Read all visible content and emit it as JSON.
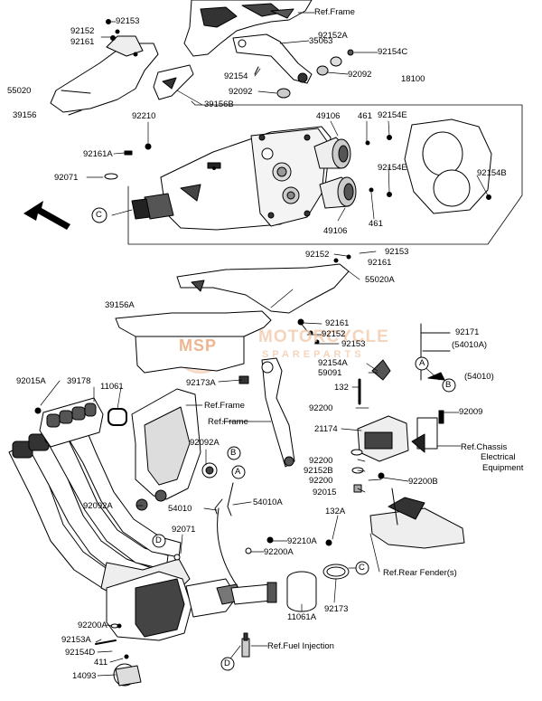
{
  "watermark": {
    "brand": "MOTORCYCLE",
    "sub": "SPAREPARTS",
    "logo": "MSP"
  },
  "parts": [
    {
      "id": "p92153a",
      "text": "92153"
    },
    {
      "id": "p92152a",
      "text": "92152"
    },
    {
      "id": "p92161a",
      "text": "92161"
    },
    {
      "id": "p55020",
      "text": "55020"
    },
    {
      "id": "p39156",
      "text": "39156"
    },
    {
      "id": "p39156b",
      "text": "39156B"
    },
    {
      "id": "pRefFrameTop",
      "text": "Ref.Frame"
    },
    {
      "id": "p35063",
      "text": "35063"
    },
    {
      "id": "p92152A",
      "text": "92152A"
    },
    {
      "id": "p92154C",
      "text": "92154C"
    },
    {
      "id": "p92154",
      "text": "92154"
    },
    {
      "id": "p92092a",
      "text": "92092"
    },
    {
      "id": "p92092b",
      "text": "92092"
    },
    {
      "id": "p18100",
      "text": "18100"
    },
    {
      "id": "p92210",
      "text": "92210"
    },
    {
      "id": "p49106a",
      "text": "49106"
    },
    {
      "id": "p461a",
      "text": "461"
    },
    {
      "id": "p92154E1",
      "text": "92154E"
    },
    {
      "id": "p92161A",
      "text": "92161A"
    },
    {
      "id": "p92071a",
      "text": "92071"
    },
    {
      "id": "p92154E2",
      "text": "92154E"
    },
    {
      "id": "p92154B",
      "text": "92154B"
    },
    {
      "id": "p461b",
      "text": "461"
    },
    {
      "id": "p49106b",
      "text": "49106"
    },
    {
      "id": "p92152b",
      "text": "92152"
    },
    {
      "id": "p92153b",
      "text": "92153"
    },
    {
      "id": "p92161b",
      "text": "92161"
    },
    {
      "id": "p55020A",
      "text": "55020A"
    },
    {
      "id": "p39156A",
      "text": "39156A"
    },
    {
      "id": "p92161c",
      "text": "92161"
    },
    {
      "id": "p92152c",
      "text": "92152"
    },
    {
      "id": "p92153c",
      "text": "92153"
    },
    {
      "id": "p92171",
      "text": "92171"
    },
    {
      "id": "p54010A",
      "text": "(54010A)"
    },
    {
      "id": "p92154A",
      "text": "92154A"
    },
    {
      "id": "p59091",
      "text": "59091"
    },
    {
      "id": "p54010",
      "text": "(54010)"
    },
    {
      "id": "p92173A",
      "text": "92173A"
    },
    {
      "id": "p132",
      "text": "132"
    },
    {
      "id": "p92015A",
      "text": "92015A"
    },
    {
      "id": "p39178",
      "text": "39178"
    },
    {
      "id": "p11061",
      "text": "11061"
    },
    {
      "id": "pRefFrameMid1",
      "text": "Ref.Frame"
    },
    {
      "id": "pRefFrameMid2",
      "text": "Ref.Frame"
    },
    {
      "id": "p92200a",
      "text": "92200"
    },
    {
      "id": "p92009",
      "text": "92009"
    },
    {
      "id": "p21174",
      "text": "21174"
    },
    {
      "id": "pRefChassis1",
      "text": "Ref.Chassis"
    },
    {
      "id": "pRefChassis2",
      "text": "Electrical"
    },
    {
      "id": "pRefChassis3",
      "text": "Equipment"
    },
    {
      "id": "p92092A1",
      "text": "92092A"
    },
    {
      "id": "p92200b",
      "text": "92200"
    },
    {
      "id": "p92152B",
      "text": "92152B"
    },
    {
      "id": "p92200c",
      "text": "92200"
    },
    {
      "id": "p92200B",
      "text": "92200B"
    },
    {
      "id": "p92015",
      "text": "92015"
    },
    {
      "id": "p54010b",
      "text": "54010"
    },
    {
      "id": "p54010Ab",
      "text": "54010A"
    },
    {
      "id": "p92092A2",
      "text": "92092A"
    },
    {
      "id": "p92071b",
      "text": "92071"
    },
    {
      "id": "p132A",
      "text": "132A"
    },
    {
      "id": "p92210A",
      "text": "92210A"
    },
    {
      "id": "p92200A1",
      "text": "92200A"
    },
    {
      "id": "pRefRearFender",
      "text": "Ref.Rear Fender(s)"
    },
    {
      "id": "p11061A",
      "text": "11061A"
    },
    {
      "id": "p92173",
      "text": "92173"
    },
    {
      "id": "p92200A2",
      "text": "92200A"
    },
    {
      "id": "p92153A",
      "text": "92153A"
    },
    {
      "id": "p92154D",
      "text": "92154D"
    },
    {
      "id": "pRefFuel",
      "text": "Ref.Fuel Injection"
    },
    {
      "id": "p411",
      "text": "411"
    },
    {
      "id": "p14093",
      "text": "14093"
    }
  ],
  "callouts": [
    "A",
    "B",
    "C",
    "D"
  ]
}
